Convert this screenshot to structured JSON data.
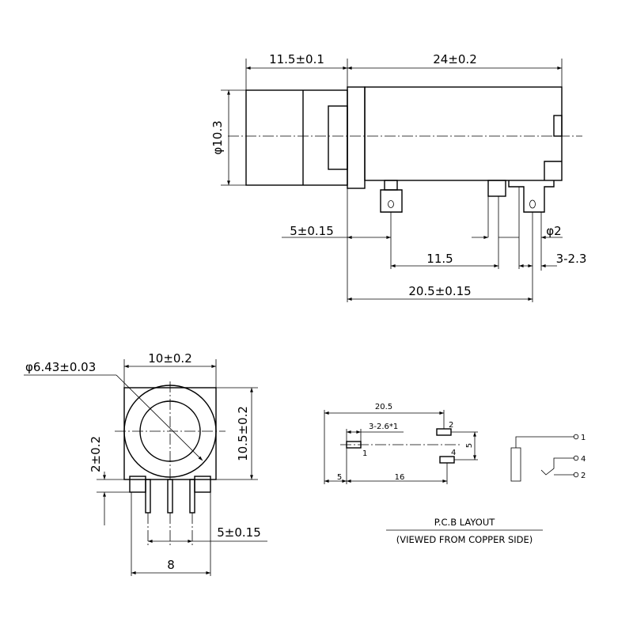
{
  "side_view": {
    "dim_cap_length": "11.5±0.1",
    "dim_body_length": "24±0.2",
    "dim_diameter": "φ10.3",
    "dim_pin_offset": "5±0.15",
    "dim_pin_spacing": "11.5",
    "dim_hole": "φ2",
    "dim_slot": "3-2.3",
    "dim_overall": "20.5±0.15"
  },
  "front_view": {
    "dim_hole_diameter": "φ6.43±0.03",
    "dim_width": "10±0.2",
    "dim_height": "10.5±0.2",
    "dim_pin_height": "2±0.2",
    "dim_pin_pitch": "5±0.15",
    "dim_base": "8"
  },
  "pcb_layout": {
    "dim_total": "20.5",
    "dim_pad": "3-2.6*1",
    "dim_left": "5",
    "dim_mid": "16",
    "dim_vert": "5",
    "pad_labels": [
      "1",
      "2",
      "4"
    ],
    "title": "P.C.B LAYOUT",
    "subtitle": "(VIEWED FROM COPPER SIDE)"
  },
  "schematic": {
    "pin_labels": [
      "1",
      "4",
      "2"
    ]
  }
}
